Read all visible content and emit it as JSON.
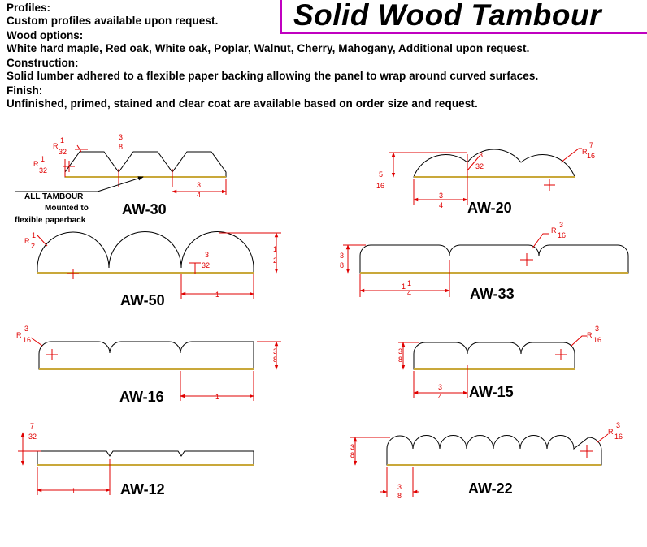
{
  "title": "Solid Wood Tambour",
  "sections": [
    {
      "heading": "Profiles:",
      "text": "Custom profiles available upon request."
    },
    {
      "heading": "Wood options:",
      "text": "White hard maple, Red oak, White oak, Poplar, Walnut, Cherry, Mahogany, Additional upon request."
    },
    {
      "heading": "Construction:",
      "text": "Solid lumber adhered to a flexible paper backing allowing the panel to wrap around curved surfaces."
    },
    {
      "heading": "Finish:",
      "text": "Unfinished, primed, stained and clear coat are available based on order size and request."
    }
  ],
  "notes": {
    "all_tambour": "ALL TAMBOUR",
    "mounted_1": "Mounted to",
    "mounted_2": "flexible paperback"
  },
  "profiles": {
    "aw30": "AW-30",
    "aw20": "AW-20",
    "aw50": "AW-50",
    "aw33": "AW-33",
    "aw16": "AW-16",
    "aw15": "AW-15",
    "aw12": "AW-12",
    "aw22": "AW-22"
  },
  "colors": {
    "dimension": "#e00000",
    "title_border": "#c000c0",
    "paper_backing": "#c9a83a"
  }
}
